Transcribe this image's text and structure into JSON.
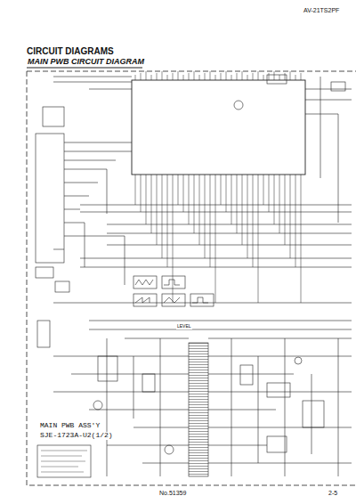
{
  "diagram": {
    "title": "CIRCUIT DIAGRAMS",
    "labels": [
      "AV-21TS2PF",
      "MAIN PWB CIRCUIT DIAGRAM",
      "LEVEL",
      "MAIN PWB ASS'Y",
      "SJE-1723A-U2(1/2)",
      "No.51359",
      "2-5"
    ]
  }
}
